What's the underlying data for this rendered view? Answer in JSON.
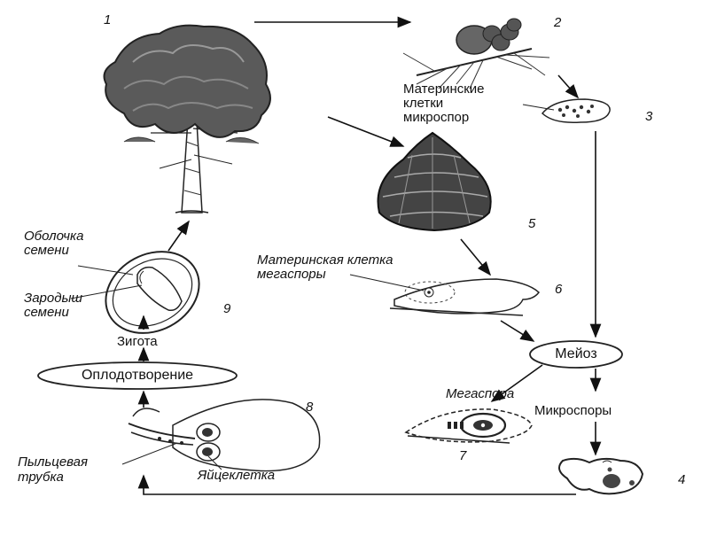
{
  "stages": {
    "s1": "1",
    "s2": "2",
    "s3": "3",
    "s4": "4",
    "s5": "5",
    "s6": "6",
    "s7": "7",
    "s8": "8",
    "s9": "9"
  },
  "labels": {
    "microspore_mother_l1": "Материнские",
    "microspore_mother_l2": "клетки",
    "microspore_mother_l3": "микроспор",
    "megaspore_mother_l1": "Материнская клетка",
    "megaspore_mother_l2": "мегаспоры",
    "seed_coat_l1": "Оболочка",
    "seed_coat_l2": "семени",
    "embryo_l1": "Зародыш",
    "embryo_l2": "семени",
    "zygote": "Зигота",
    "fertilization": "Оплодотворение",
    "meiosis": "Мейоз",
    "megaspore": "Мегаспора",
    "microspores": "Микроспоры",
    "pollen_tube_l1": "Пыльцевая",
    "pollen_tube_l2": "трубка",
    "egg_cell": "Яйцеклетка"
  }
}
